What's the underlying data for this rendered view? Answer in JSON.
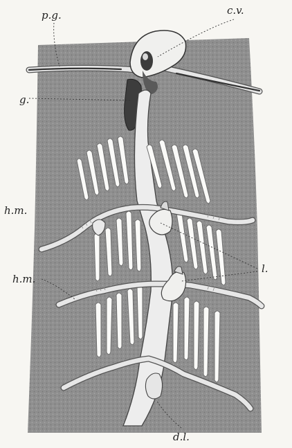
{
  "figure": {
    "labels": {
      "pg": "p.g.",
      "cv": "c.v.",
      "g": "g.",
      "hm_upper": "h.m.",
      "hm_lower": "h.m.",
      "l": "l.",
      "dl": "d.l."
    }
  }
}
